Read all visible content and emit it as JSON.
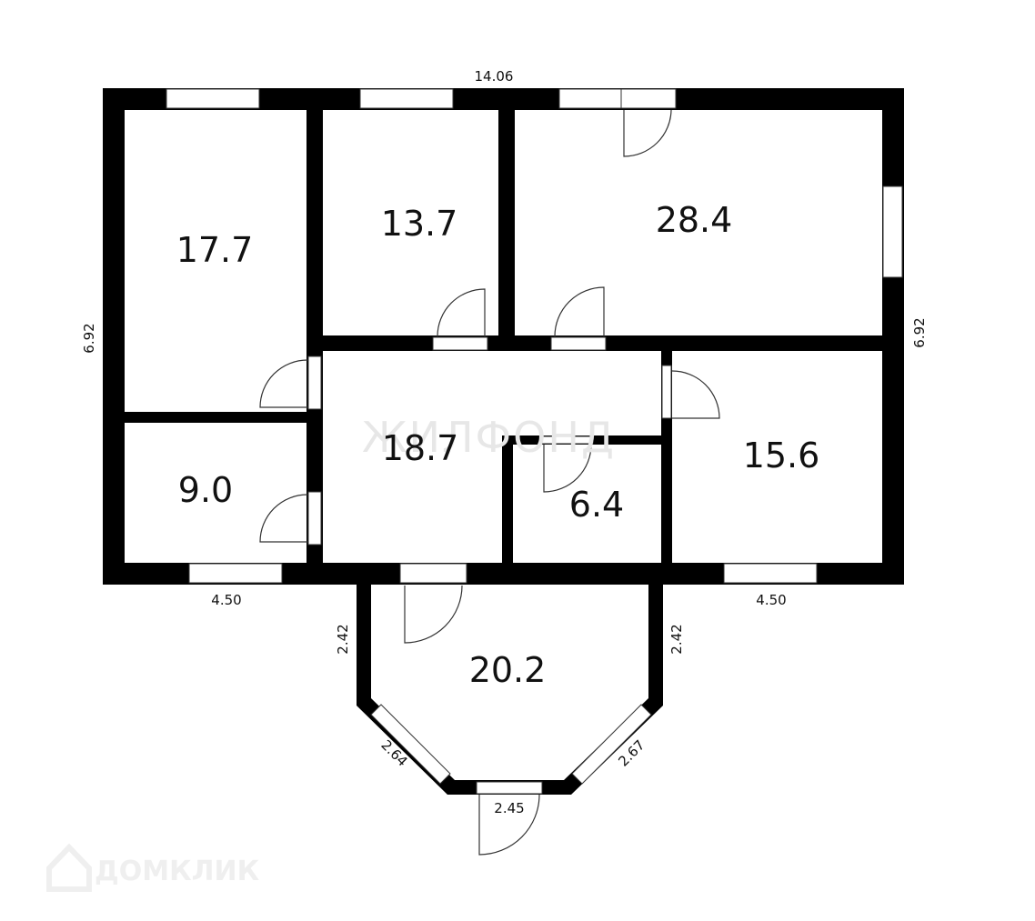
{
  "rooms": {
    "r1": "17.7",
    "r2": "13.7",
    "r3": "28.4",
    "r4": "9.0",
    "r5": "18.7",
    "r6": "6.4",
    "r7": "15.6",
    "r8": "20.2"
  },
  "dimensions": {
    "top": "14.06",
    "left": "6.92",
    "right": "6.92",
    "bottom_left": "4.50",
    "bottom_right": "4.50",
    "porch_left": "2.42",
    "porch_right": "2.42",
    "porch_diag_left": "2.64",
    "porch_diag_right": "2.67",
    "porch_bottom": "2.45"
  },
  "watermarks": {
    "center": "ЖИЛФОНД",
    "brand": "ДОМКЛИК"
  },
  "colors": {
    "wall": "#000000",
    "background": "#ffffff"
  }
}
